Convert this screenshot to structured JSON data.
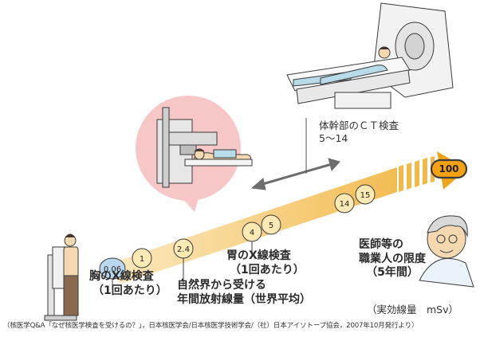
{
  "chart_data": {
    "type": "scatter",
    "points": [
      {
        "label": "0.06",
        "value": 0.06
      },
      {
        "label": "1",
        "value": 1
      },
      {
        "label": "2.4",
        "value": 2.4
      },
      {
        "label": "4",
        "value": 4
      },
      {
        "label": "5",
        "value": 5
      },
      {
        "label": "14",
        "value": 14
      },
      {
        "label": "15",
        "value": 15
      },
      {
        "label": "100",
        "value": 100
      }
    ]
  },
  "labels": {
    "chest_xray": [
      "胸のX線検査",
      "（1回あたり）"
    ],
    "natural": [
      "自然界から受ける",
      "年間放射線量（世界平均）"
    ],
    "stomach_xray": [
      "胃のX線検査",
      "（1回あたり）"
    ],
    "ct_scan": [
      "体幹部のＣＴ検査",
      "5〜14"
    ],
    "occupational": [
      "医師等の",
      "職業人の限度",
      "（5年間）"
    ],
    "unit": "（実効線量　mSv）"
  },
  "caption": "（核医学Q&A「なぜ核医学検査を受けるの？」，日本核医学会/日本核医学技術学会/（社）日本アイソトープ協会，2007年10月発行より）",
  "colors": {
    "band": "#f7cf86",
    "circle_fill": "#fde9b3",
    "circle_stroke": "#3c3c3c",
    "first_circle_fill": "#b9d8ef",
    "highlight_fill": "#f6a10f",
    "bubble_fill": "#f7c6c6",
    "arrow": "#6d6d6d"
  },
  "icons": [
    "xray-standing-figure",
    "xray-lying-figure",
    "ct-scanner-figure",
    "doctor-figure"
  ]
}
